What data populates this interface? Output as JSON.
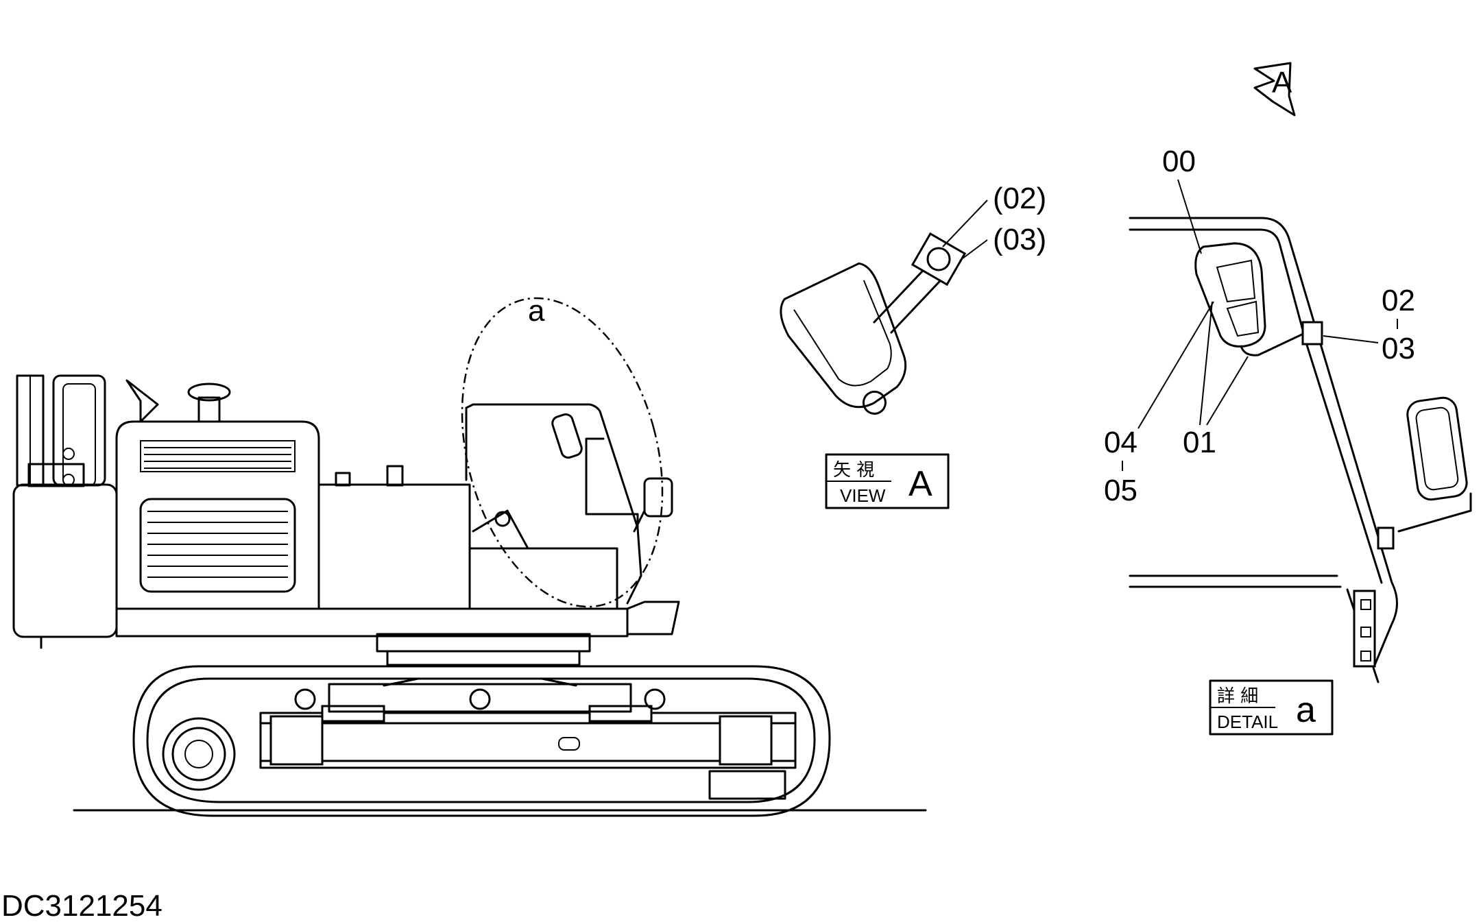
{
  "drawing_id": "DC3121254",
  "circle_label": "a",
  "view_arrow_label": "A",
  "view_box": {
    "jp": "矢 視",
    "en": "VIEW",
    "letter": "A"
  },
  "detail_box": {
    "jp": "詳 細",
    "en": "DETAIL",
    "letter": "a"
  },
  "view_callouts": [
    "(02)",
    "(03)"
  ],
  "detail_callouts": {
    "c00": "00",
    "c01": "01",
    "c02": "02",
    "c03": "03",
    "c04": "04",
    "c05": "05",
    "dash": "|"
  }
}
